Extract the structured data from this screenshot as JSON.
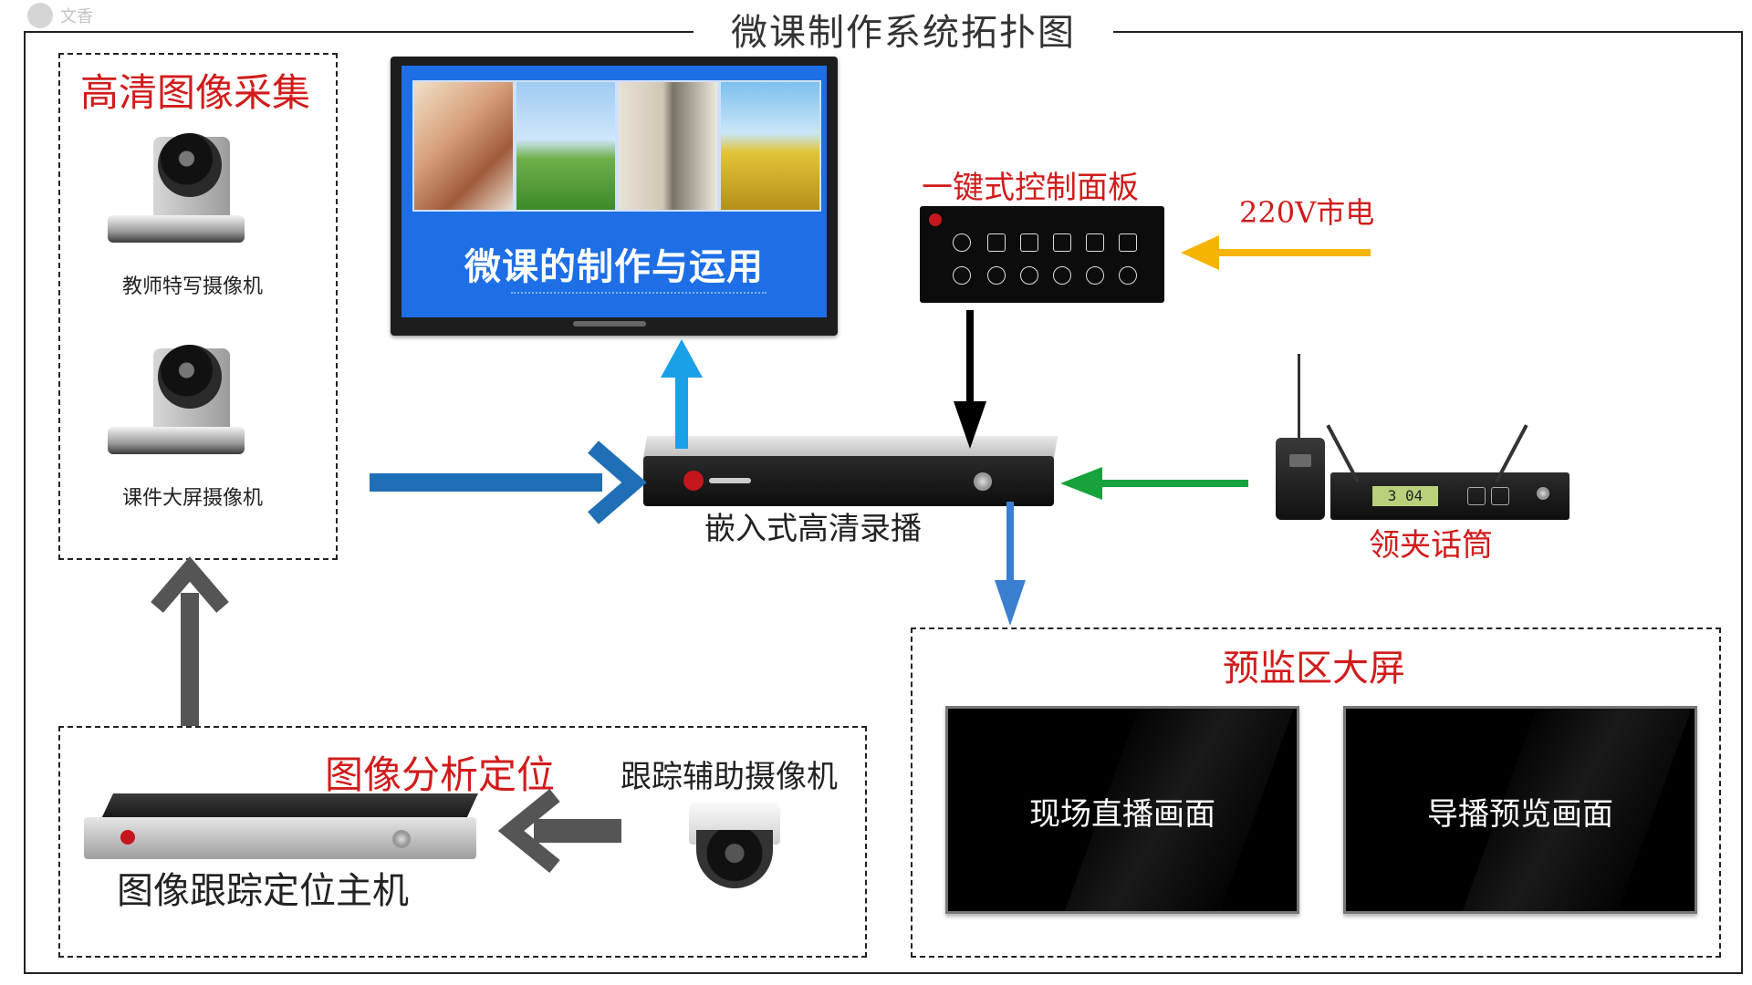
{
  "watermark": {
    "text": "文香"
  },
  "title": "微课制作系统拓扑图",
  "sections": {
    "capture": "高清图像采集",
    "control_panel": "一键式控制面板",
    "power": "220V市电",
    "recorder": "嵌入式高清录播",
    "mic": "领夹话筒",
    "preview_area": "预监区大屏",
    "analysis": "图像分析定位",
    "tracking_camera": "跟踪辅助摄像机",
    "tracking_host": "图像跟踪定位主机"
  },
  "cameras": {
    "teacher": "教师特写摄像机",
    "courseware": "课件大屏摄像机"
  },
  "monitor": {
    "screen_title": "微课的制作与运用"
  },
  "preview_screens": {
    "live": "现场直播画面",
    "director": "导播预览画面"
  },
  "receiver": {
    "lcd": "3 04"
  },
  "colors": {
    "blue_arrow": "#1f6fb7",
    "light_blue_arrow": "#1aa0e6",
    "yellow_arrow": "#f5b400",
    "green_arrow": "#17a23b",
    "gray_arrow": "#555555",
    "red_text": "#d11b1b"
  },
  "icons": [
    "ptz-camera-icon",
    "monitor-icon",
    "control-panel-icon",
    "recorder-icon",
    "mic-receiver-icon",
    "dome-camera-icon",
    "tracker-host-icon",
    "tv-icon"
  ]
}
